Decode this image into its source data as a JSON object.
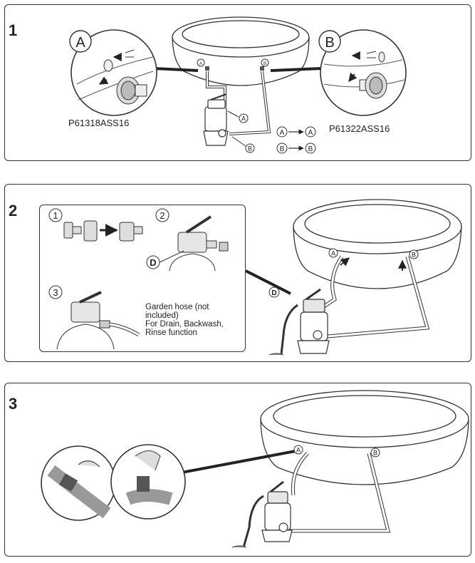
{
  "steps": [
    {
      "number": "1",
      "callouts": {
        "left_letter": "A",
        "right_letter": "B"
      },
      "part_numbers": {
        "left": "P61318ASS16",
        "right": "P61322ASS16"
      },
      "connection_legend": [
        {
          "from": "A",
          "to": "A"
        },
        {
          "from": "B",
          "to": "B"
        }
      ],
      "pool_labels": {
        "a": "A",
        "b": "B"
      }
    },
    {
      "number": "2",
      "substeps": [
        "1",
        "2",
        "3"
      ],
      "valve_label": "D",
      "note_lines": [
        "Garden hose (not",
        "included)",
        "For Drain, Backwash,",
        "Rinse function"
      ],
      "pool_labels": {
        "a": "A",
        "b": "B"
      }
    },
    {
      "number": "3",
      "pool_labels": {
        "a": "A",
        "b": "B"
      }
    }
  ]
}
